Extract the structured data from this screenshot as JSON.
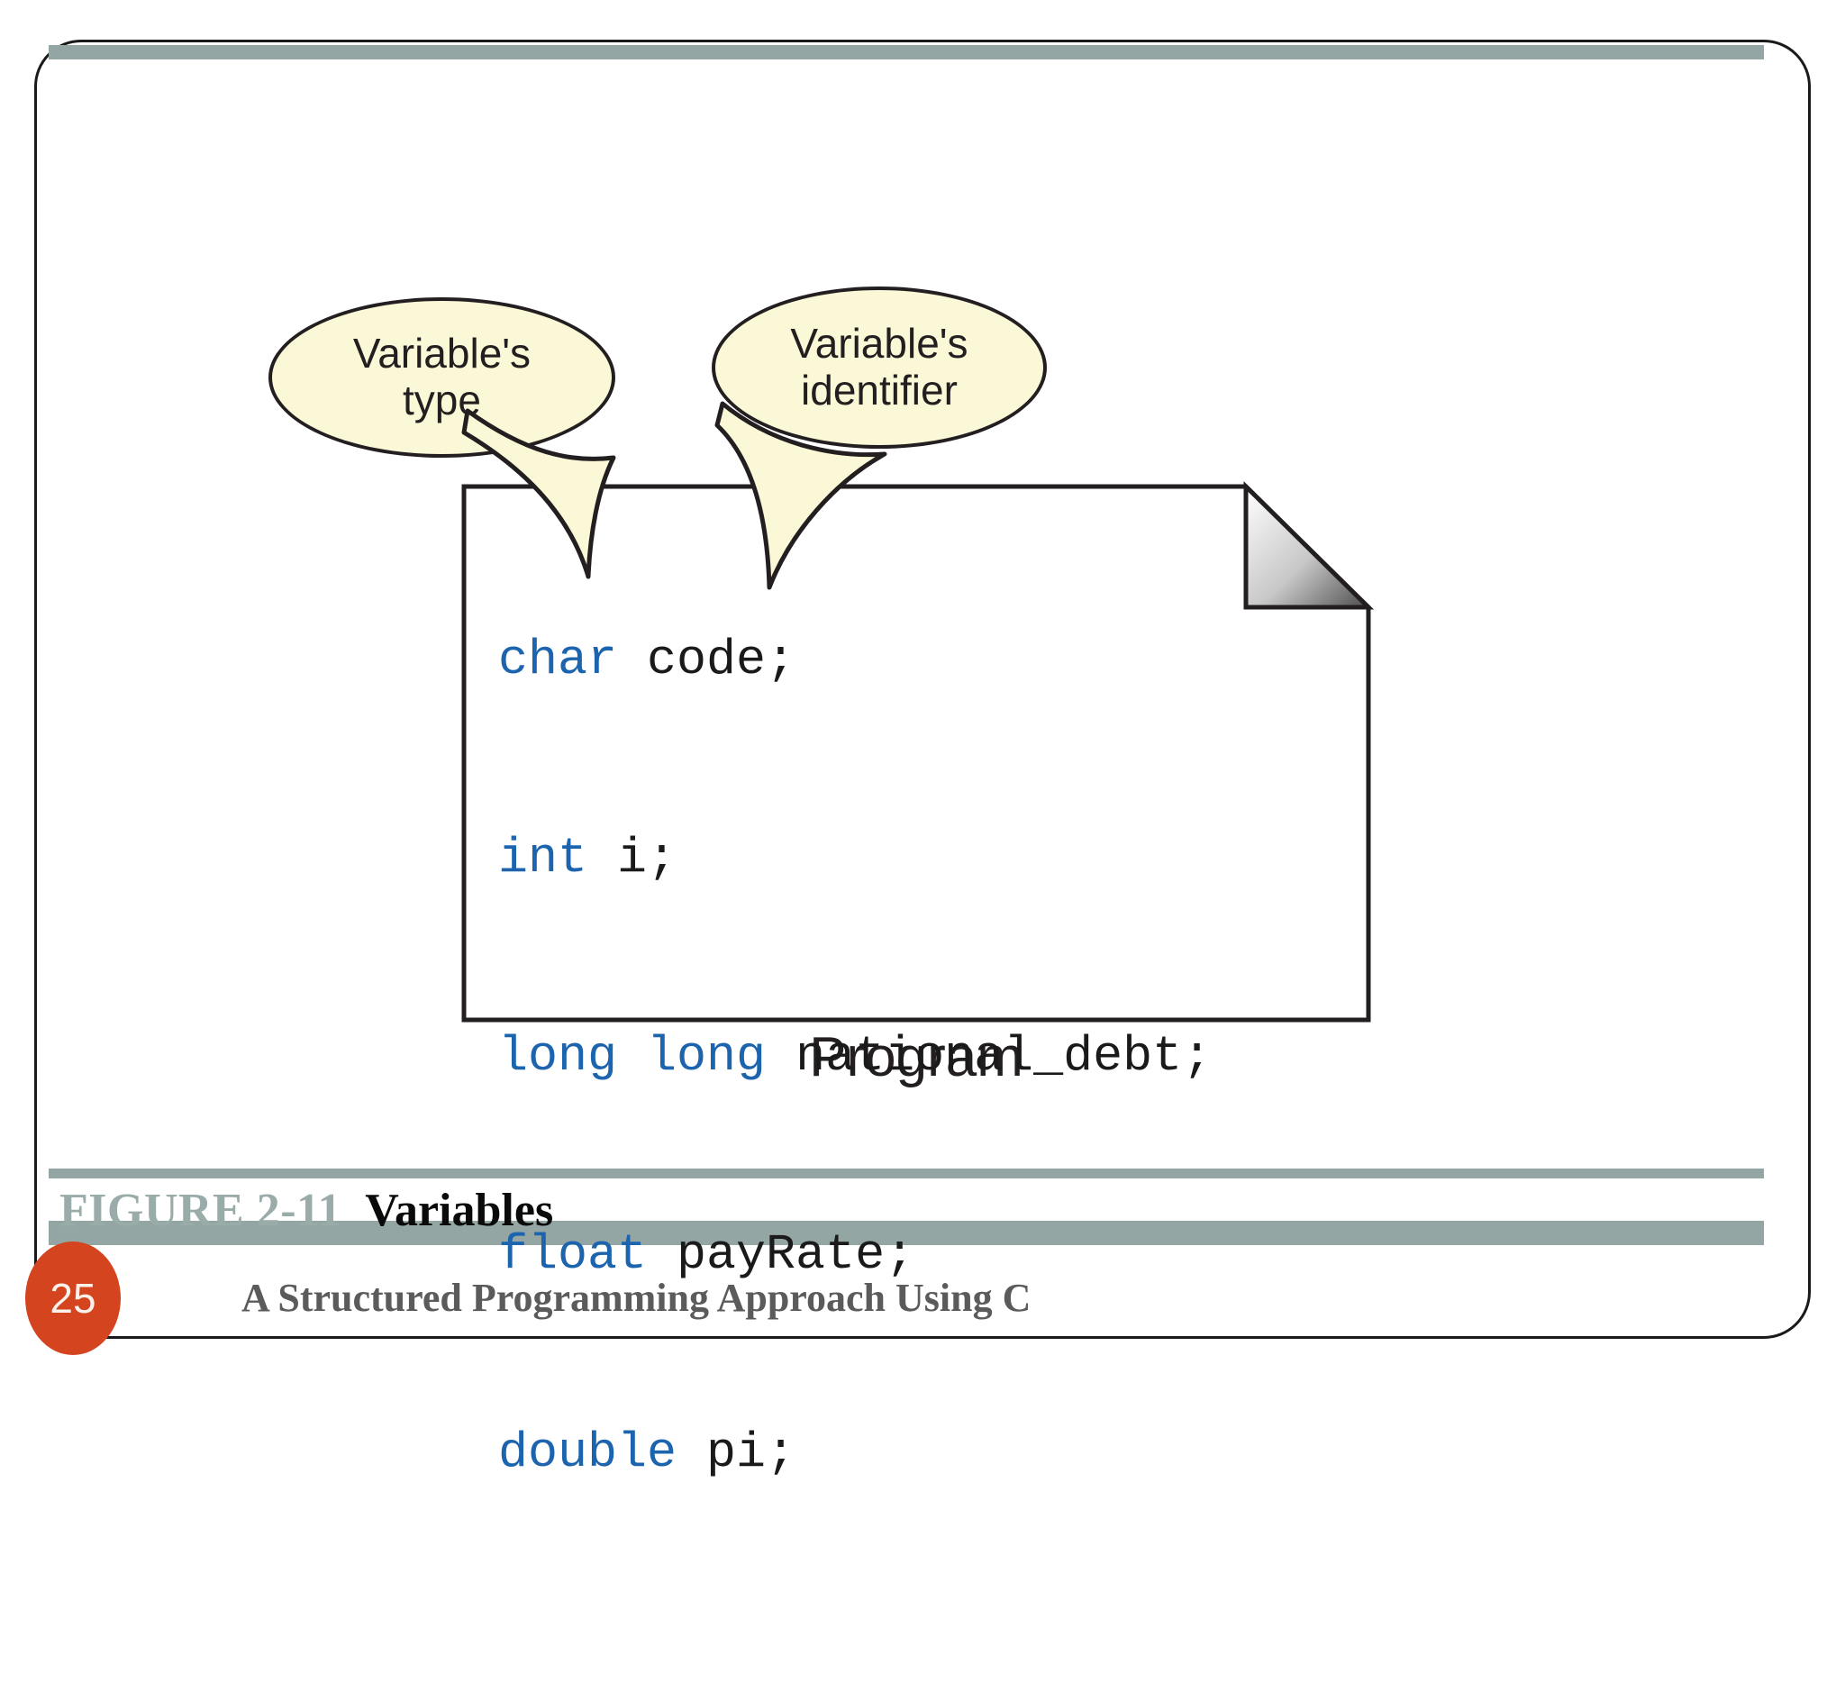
{
  "slide": {
    "page_number": "25",
    "book_title": "A Structured Programming Approach Using C",
    "accent_color": "#94a6a4",
    "badge_color": "#d4451f",
    "keyword_color": "#1c64ad",
    "bubble_fill": "#fbf8d7"
  },
  "figure": {
    "number_label": "FIGURE 2-11",
    "title": "Variables",
    "program_label": "Program",
    "callouts": [
      {
        "id": "type",
        "text": "Variable's\ntype"
      },
      {
        "id": "identifier",
        "text": "Variable's\nidentifier"
      }
    ],
    "code": {
      "language": "C",
      "lines": [
        {
          "keyword": "char",
          "rest": " code;"
        },
        {
          "keyword": "int",
          "rest": " i;"
        },
        {
          "keyword": "long long",
          "rest": " national_debt;"
        },
        {
          "keyword": "float",
          "rest": " payRate;"
        },
        {
          "keyword": "double",
          "rest": " pi;"
        }
      ]
    }
  }
}
